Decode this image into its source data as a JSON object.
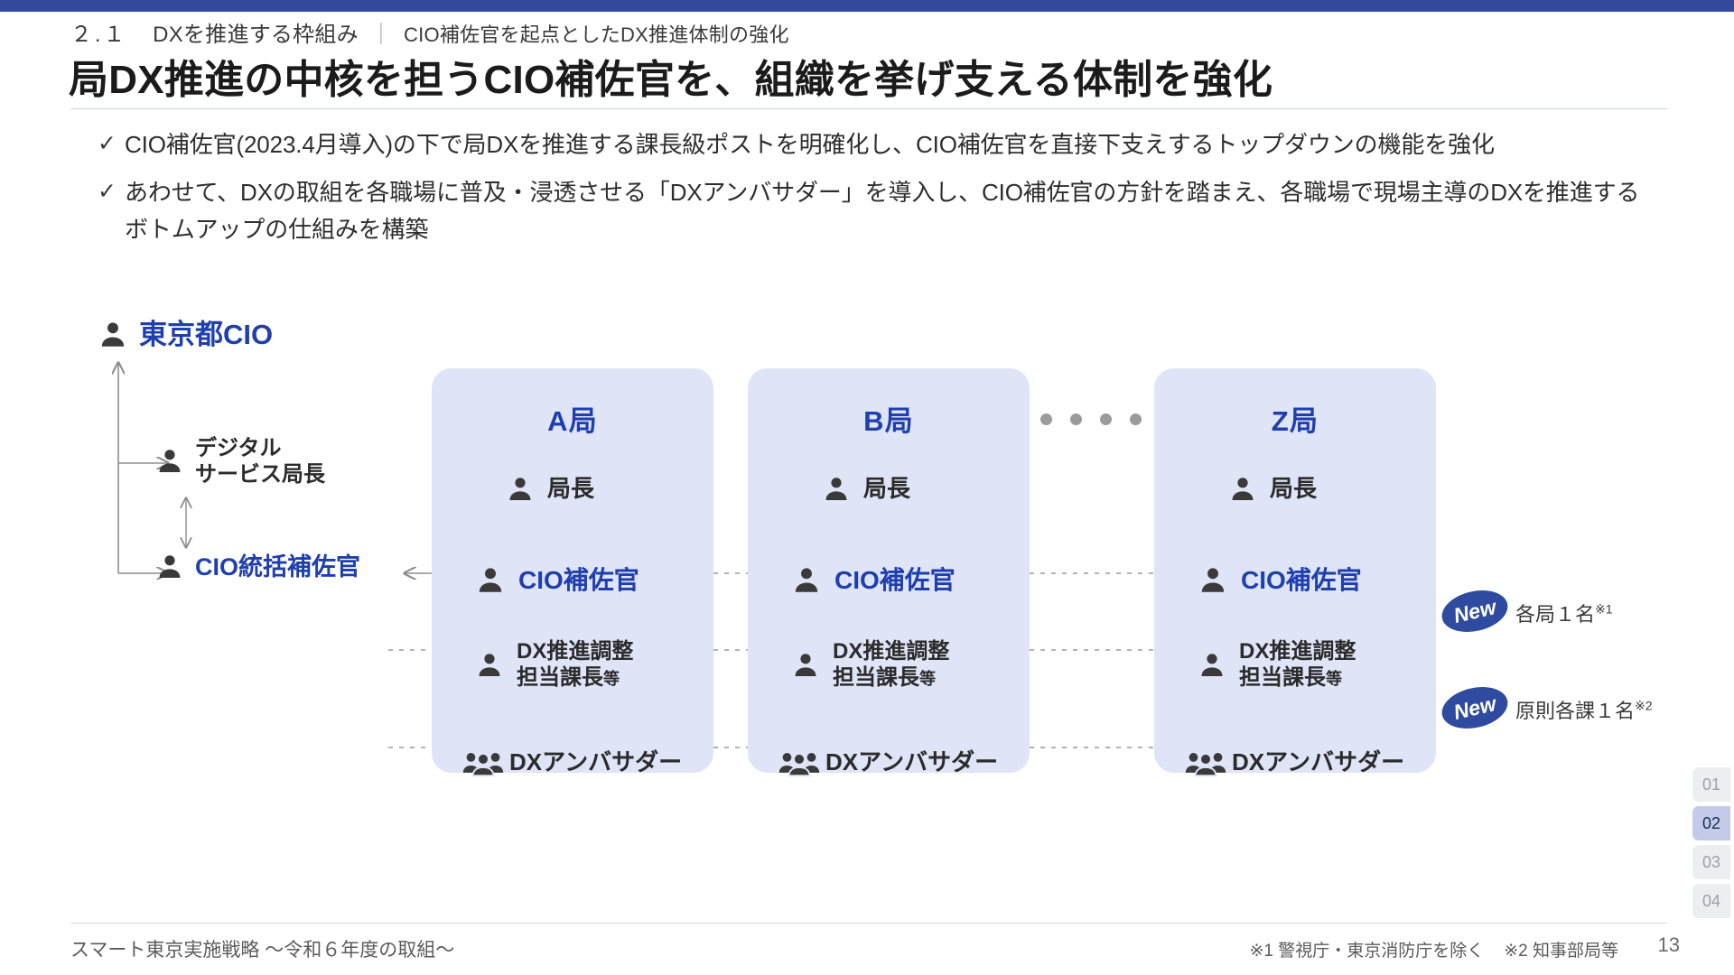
{
  "theme": {
    "brand_blue": "#34499b",
    "accent_blue": "#1f3faf",
    "card_bg": "#dfe4f7",
    "badge_bg": "#2e4ba0"
  },
  "header": {
    "section_number": "２.１",
    "section_label": "DXを推進する枠組み",
    "separator": "｜",
    "section_sub": "CIO補佐官を起点としたDX推進体制の強化",
    "title": "局DX推進の中核を担うCIO補佐官を、組織を挙げ支える体制を強化"
  },
  "bullets": [
    {
      "mark": "✓",
      "text": "CIO補佐官(2023.4月導入)の下で局DXを推進する課長級ポストを明確化し、CIO補佐官を直接下支えするトップダウンの機能を強化"
    },
    {
      "mark": "✓",
      "text": "あわせて、DXの取組を各職場に普及・浸透させる「DXアンバサダー」を導入し、CIO補佐官の方針を踏まえ、各職場で現場主導のDXを推進するボトムアップの仕組みを構築"
    }
  ],
  "diagram": {
    "left_nodes": [
      {
        "id": "tokyo-cio",
        "label": "東京都CIO",
        "icon": "person-icon"
      },
      {
        "id": "digital-service-director",
        "label": "デジタル\nサービス局長",
        "icon": "person-icon"
      },
      {
        "id": "cio-general-assistant",
        "label": "CIO統括補佐官",
        "icon": "person-icon"
      }
    ],
    "cards": [
      {
        "id": "bureau-a",
        "title": "A局",
        "rows": [
          {
            "id": "chief",
            "label": "局長",
            "icon": "person-icon"
          },
          {
            "id": "cio-assistant",
            "label": "CIO補佐官",
            "icon": "person-icon"
          },
          {
            "id": "dx-manager",
            "label": "DX推進調整\n担当課長",
            "suffix": "等",
            "icon": "person-icon"
          },
          {
            "id": "dx-ambassador",
            "label": "DXアンバサダー",
            "icon": "people-group-icon"
          }
        ]
      },
      {
        "id": "bureau-b",
        "title": "B局",
        "rows": [
          {
            "id": "chief",
            "label": "局長",
            "icon": "person-icon"
          },
          {
            "id": "cio-assistant",
            "label": "CIO補佐官",
            "icon": "person-icon"
          },
          {
            "id": "dx-manager",
            "label": "DX推進調整\n担当課長",
            "suffix": "等",
            "icon": "person-icon"
          },
          {
            "id": "dx-ambassador",
            "label": "DXアンバサダー",
            "icon": "people-group-icon"
          }
        ]
      },
      {
        "id": "bureau-z",
        "title": "Z局",
        "rows": [
          {
            "id": "chief",
            "label": "局長",
            "icon": "person-icon"
          },
          {
            "id": "cio-assistant",
            "label": "CIO補佐官",
            "icon": "person-icon"
          },
          {
            "id": "dx-manager",
            "label": "DX推進調整\n担当課長",
            "suffix": "等",
            "icon": "person-icon"
          },
          {
            "id": "dx-ambassador",
            "label": "DXアンバサダー",
            "icon": "people-group-icon"
          }
        ]
      }
    ],
    "ellipsis_dots": 5,
    "badges": [
      {
        "id": "new-badge-manager",
        "label": "New",
        "note": "各局１名",
        "note_sup": "※1"
      },
      {
        "id": "new-badge-ambassador",
        "label": "New",
        "note": "原則各課１名",
        "note_sup": "※2"
      }
    ]
  },
  "footer": {
    "left": "スマート東京実施戦略 ～令和６年度の取組～",
    "note1": "※1 警視庁・東京消防庁を除く",
    "note2": "※2 知事部局等",
    "page": "13"
  },
  "section_tabs": [
    {
      "label": "01",
      "active": false
    },
    {
      "label": "02",
      "active": true
    },
    {
      "label": "03",
      "active": false
    },
    {
      "label": "04",
      "active": false
    }
  ]
}
